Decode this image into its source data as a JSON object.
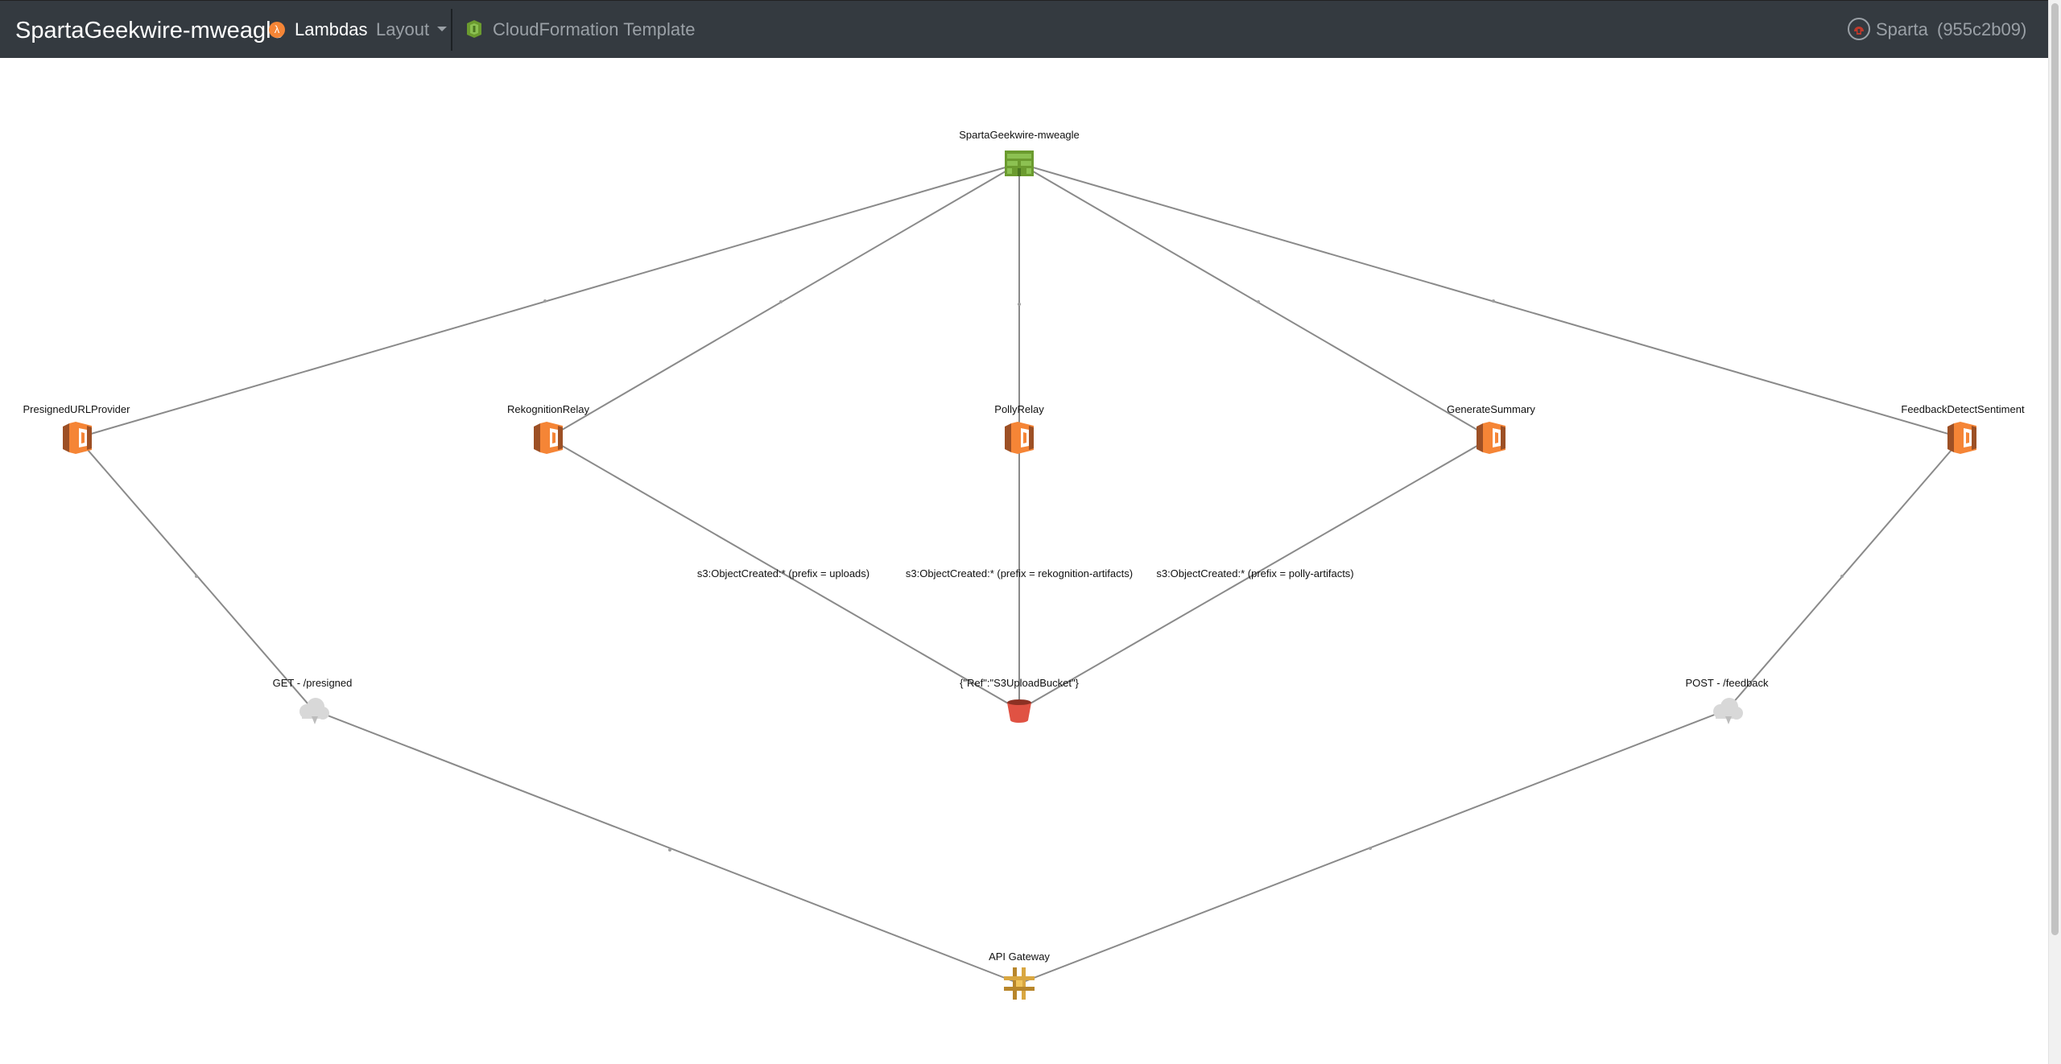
{
  "navbar": {
    "brand": "SpartaGeekwire-mweagle",
    "lambdas_label": "Lambdas",
    "lambda_glyph": "λ",
    "layout_label": "Layout",
    "cfn_label": "CloudFormation Template",
    "sparta_label": "Sparta",
    "commit": "(955c2b09)",
    "icons": {
      "lambdas": "lambda-icon",
      "cfn": "cloudformation-icon",
      "sparta": "sparta-helmet-icon",
      "layout": "chevron-down-icon"
    }
  },
  "graph": {
    "nodes": {
      "stack": {
        "label": "SpartaGeekwire-mweagle",
        "icon": "cloudformation-stack-icon"
      },
      "presigned": {
        "label": "PresignedURLProvider",
        "icon": "lambda-function-icon"
      },
      "rekognition": {
        "label": "RekognitionRelay",
        "icon": "lambda-function-icon"
      },
      "polly": {
        "label": "PollyRelay",
        "icon": "lambda-function-icon"
      },
      "summary": {
        "label": "GenerateSummary",
        "icon": "lambda-function-icon"
      },
      "feedback": {
        "label": "FeedbackDetectSentiment",
        "icon": "lambda-function-icon"
      },
      "get_presigned": {
        "label": "GET - /presigned",
        "icon": "api-resource-icon"
      },
      "bucket": {
        "label": "{\"Ref\":\"S3UploadBucket\"}",
        "icon": "s3-bucket-icon"
      },
      "post_feedback": {
        "label": "POST - /feedback",
        "icon": "api-resource-icon"
      },
      "api_gateway": {
        "label": "API Gateway",
        "icon": "api-gateway-icon"
      }
    },
    "edges": {
      "rekognition_bucket": "s3:ObjectCreated:* (prefix = uploads)",
      "polly_bucket": "s3:ObjectCreated:*  (prefix = rekognition-artifacts)",
      "summary_bucket": "s3:ObjectCreated:*  (prefix = polly-artifacts)"
    },
    "colors": {
      "edge": "#8a8a8a",
      "lambda": "#f58536",
      "stack": "#6b9b2f",
      "bucket": "#e05243",
      "api_gateway": "#d9a741",
      "api_resource": "#d0d0d0"
    }
  }
}
